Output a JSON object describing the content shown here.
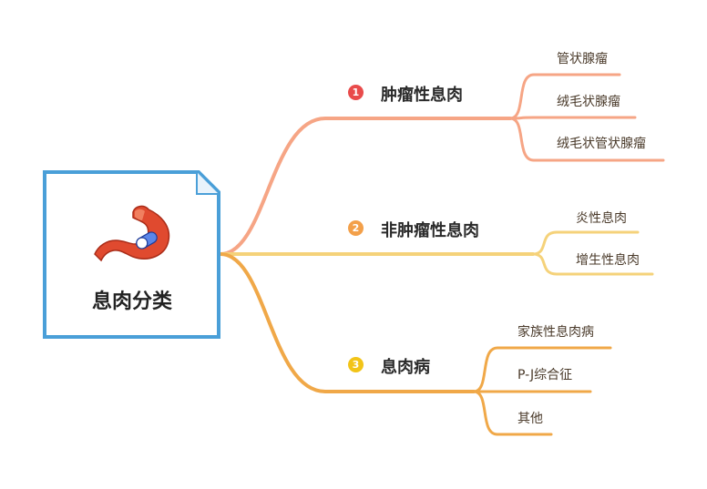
{
  "root": {
    "title": "息肉分类",
    "icon": "stomach-icon",
    "border_color": "#4a9fd8"
  },
  "branches": [
    {
      "number": "1",
      "label": "肿瘤性息肉",
      "color": "#f6a585",
      "badge_color": "#e94b4b",
      "leaves": [
        "管状腺瘤",
        "绒毛状腺瘤",
        "绒毛状管状腺瘤"
      ]
    },
    {
      "number": "2",
      "label": "非肿瘤性息肉",
      "color": "#f5d27a",
      "badge_color": "#f3a04a",
      "leaves": [
        "炎性息肉",
        "增生性息肉"
      ]
    },
    {
      "number": "3",
      "label": "息肉病",
      "color": "#f0a848",
      "badge_color": "#f2c418",
      "leaves": [
        "家族性息肉病",
        "P-J综合征",
        "其他"
      ]
    }
  ]
}
